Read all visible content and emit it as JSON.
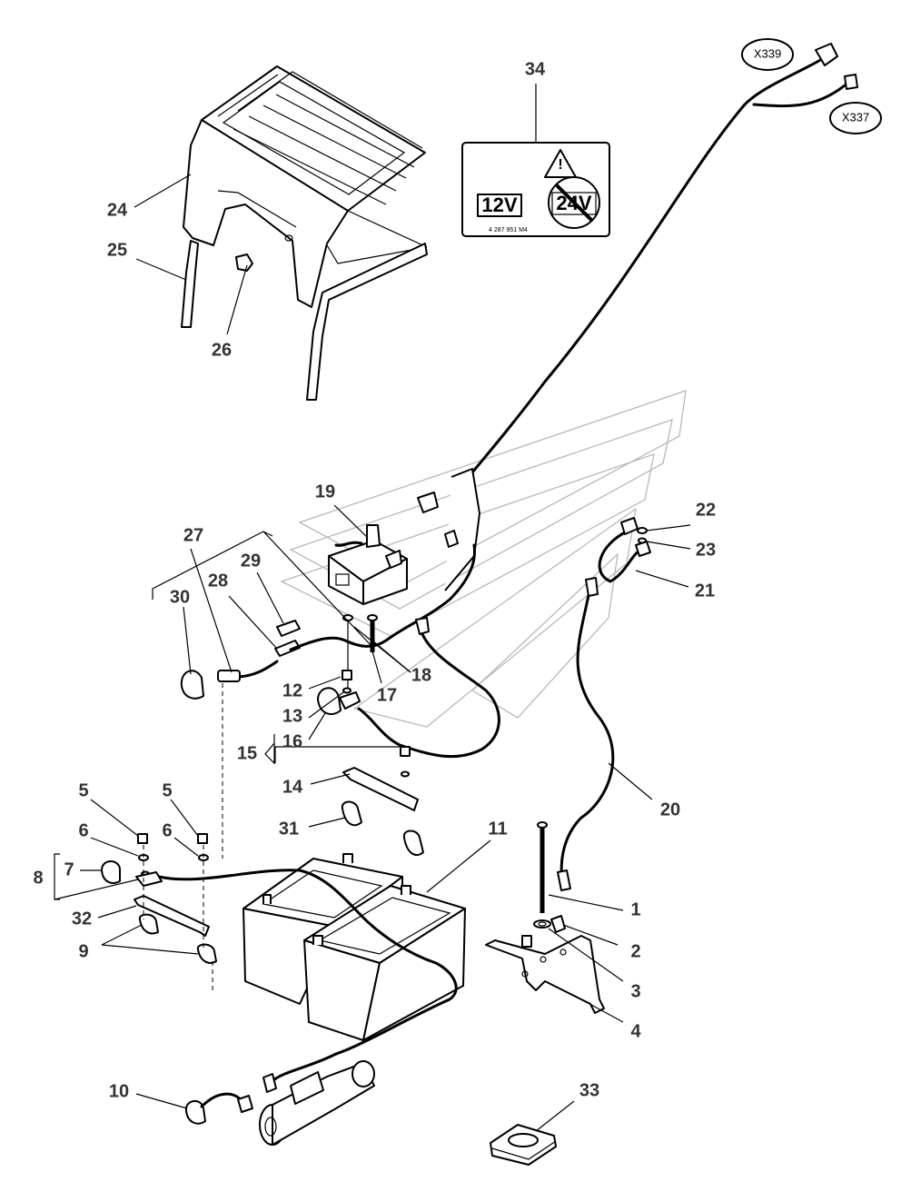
{
  "callouts": {
    "c1": "1",
    "c2": "2",
    "c3": "3",
    "c4": "4",
    "c5a": "5",
    "c5b": "5",
    "c6a": "6",
    "c6b": "6",
    "c7": "7",
    "c8": "8",
    "c9": "9",
    "c10": "10",
    "c11": "11",
    "c12": "12",
    "c13": "13",
    "c14": "14",
    "c15": "15",
    "c16": "16",
    "c17": "17",
    "c18": "18",
    "c19": "19",
    "c20": "20",
    "c21": "21",
    "c22": "22",
    "c23": "23",
    "c24": "24",
    "c25": "25",
    "c26": "26",
    "c27": "27",
    "c28": "28",
    "c29": "29",
    "c30": "30",
    "c31": "31",
    "c32": "32",
    "c33": "33",
    "c34": "34"
  },
  "connectors": {
    "x339": "X339",
    "x337": "X337"
  },
  "warning_label": {
    "voltage_ok": "12V",
    "voltage_forbidden": "24V",
    "part_number": "4 287 951 M4"
  }
}
